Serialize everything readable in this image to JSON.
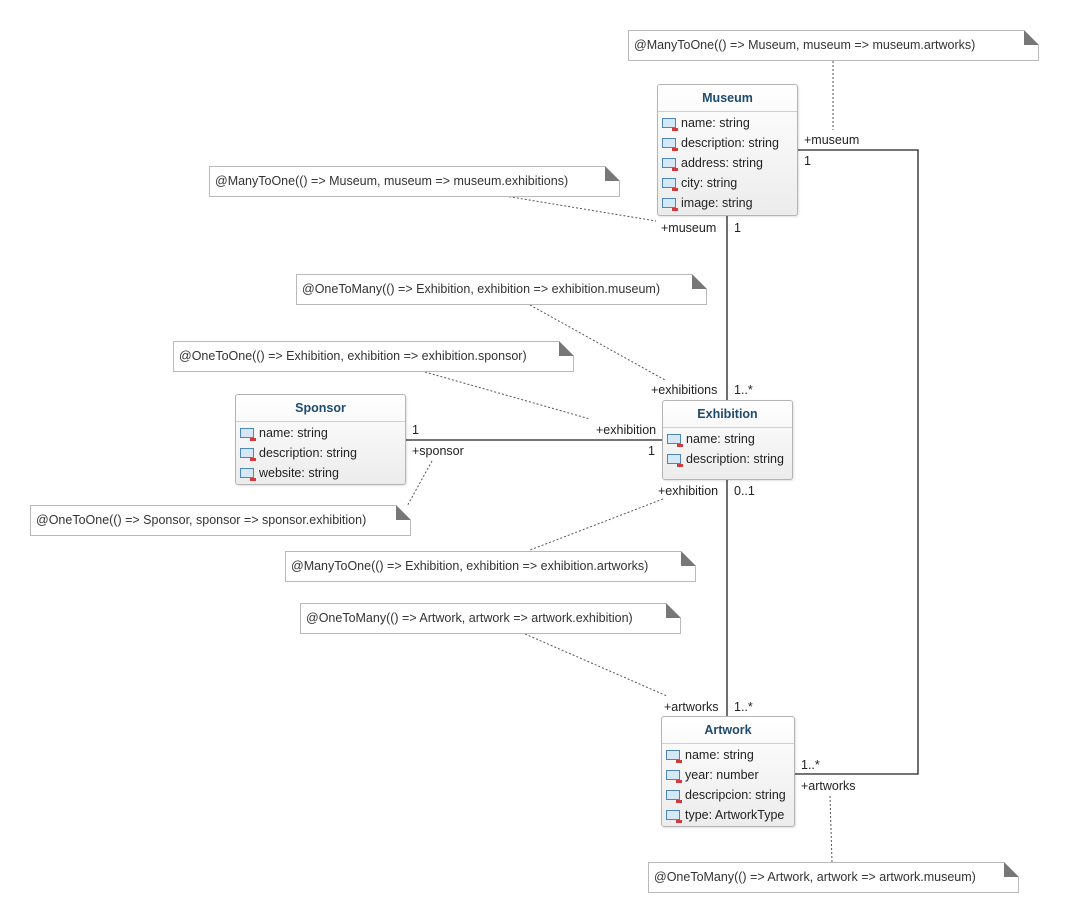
{
  "classes": {
    "museum": {
      "name": "Museum",
      "attributes": [
        "name: string",
        "description: string",
        "address: string",
        "city: string",
        "image: string"
      ]
    },
    "exhibition": {
      "name": "Exhibition",
      "attributes": [
        "name: string",
        "description: string"
      ]
    },
    "sponsor": {
      "name": "Sponsor",
      "attributes": [
        "name: string",
        "description: string",
        "website: string"
      ]
    },
    "artwork": {
      "name": "Artwork",
      "attributes": [
        "name: string",
        "year: number",
        "descripcion: string",
        "type: ArtworkType"
      ]
    }
  },
  "notes": {
    "museum_artworks": "@ManyToOne(() => Museum, museum => museum.artworks)",
    "museum_exhibitions": "@ManyToOne(() => Museum, museum => museum.exhibitions)",
    "exhibition_museum": "@OneToMany(() => Exhibition, exhibition => exhibition.museum)",
    "exhibition_sponsor": "@OneToOne(() => Exhibition, exhibition => exhibition.sponsor)",
    "sponsor_exhibition": "@OneToOne(() => Sponsor, sponsor => sponsor.exhibition)",
    "exhibition_artworks": "@ManyToOne(() => Exhibition, exhibition => exhibition.artworks)",
    "artwork_exhibition": "@OneToMany(() => Artwork, artwork => artwork.exhibition)",
    "artwork_museum": "@OneToMany(() => Artwork, artwork => artwork.museum)"
  },
  "labels": {
    "museum_role_right": "+museum",
    "museum_mult_right": "1",
    "museum_role_bottom": "+museum",
    "museum_mult_bottom": "1",
    "exhibitions_role": "+exhibitions",
    "exhibitions_mult": "1..*",
    "sponsor_mult": "1",
    "sponsor_role": "+sponsor",
    "exhibition_role_sponsor": "+exhibition",
    "exhibition_mult_sponsor": "1",
    "exhibition_role_artwork": "+exhibition",
    "exhibition_mult_artwork": "0..1",
    "artworks_role_exhibition": "+artworks",
    "artworks_mult_exhibition": "1..*",
    "artworks_mult_museum": "1..*",
    "artworks_role_museum": "+artworks"
  }
}
